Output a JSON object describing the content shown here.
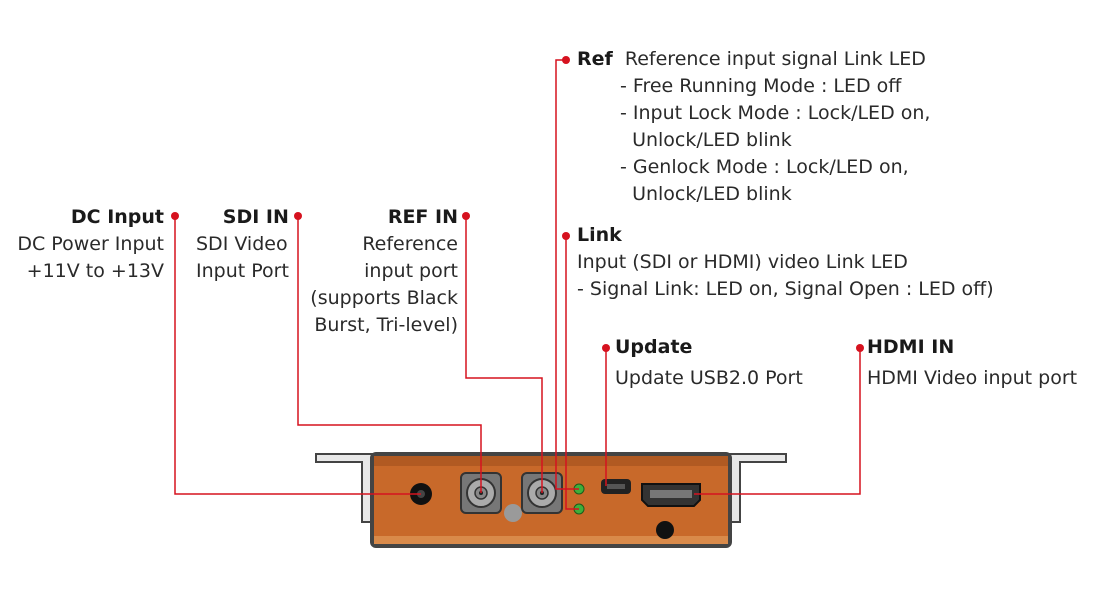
{
  "diagram": {
    "accent_color": "#d6121f",
    "device_color": "#c8692a",
    "callouts": {
      "dc_input": {
        "title": "DC Input",
        "lines": [
          "DC Power Input",
          "+11V to +13V"
        ]
      },
      "sdi_in": {
        "title": "SDI IN",
        "lines": [
          "SDI Video",
          "Input Port"
        ]
      },
      "ref_in": {
        "title": "REF IN",
        "lines": [
          "Reference",
          "input port",
          "(supports Black",
          "Burst, Tri-level)"
        ]
      },
      "ref": {
        "title": "Ref",
        "subtitle": "Reference input signal Link LED",
        "lines": [
          "- Free Running Mode : LED off",
          "- Input Lock Mode : Lock/LED on,",
          "  Unlock/LED blink",
          "- Genlock Mode : Lock/LED on,",
          "  Unlock/LED blink"
        ]
      },
      "link": {
        "title": "Link",
        "lines": [
          "Input (SDI or HDMI) video Link LED",
          "- Signal Link: LED on,  Signal Open : LED  off)"
        ]
      },
      "update": {
        "title": "Update",
        "lines": [
          "Update USB2.0 Port"
        ]
      },
      "hdmi_in": {
        "title": "HDMI IN",
        "lines": [
          "HDMI Video input port"
        ]
      }
    }
  }
}
